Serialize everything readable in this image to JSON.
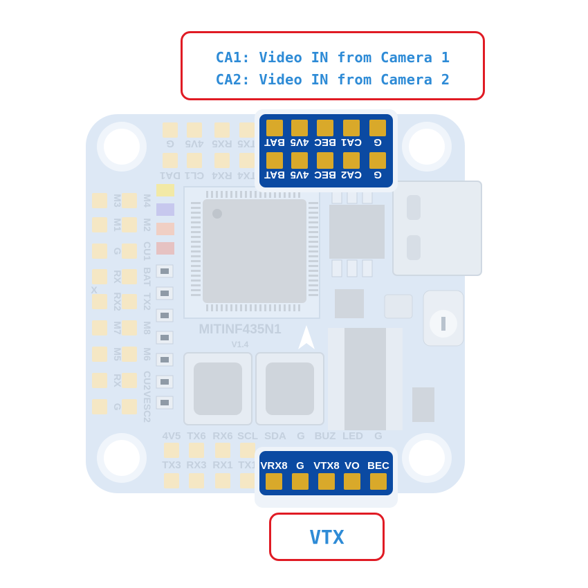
{
  "callouts": {
    "camera_line1": "CA1: Video IN from Camera 1",
    "camera_line2": "CA2: Video IN from Camera 2",
    "vtx_label": "VTX"
  },
  "board": {
    "model": "MITINF435N1",
    "version": "V1.4",
    "top_row1_labels": [
      "G",
      "4V5",
      "RX5",
      "TX5"
    ],
    "top_row2_labels": [
      "DA1",
      "CL1",
      "RX4",
      "TX4"
    ],
    "left_col_a": [
      "M3",
      "M1",
      "G",
      "RX",
      "RX2",
      "M7",
      "M5",
      "RX",
      "G"
    ],
    "left_col_b": [
      "M4",
      "M2",
      "CU1",
      "BAT",
      "TX2",
      "M8",
      "M6",
      "CU2",
      "VESC2"
    ],
    "bottom_row1_labels": [
      "4V5",
      "TX6",
      "RX6",
      "SCL",
      "SDA",
      "G",
      "BUZ",
      "LED",
      "G"
    ],
    "bottom_row2_labels": [
      "TX3",
      "RX3",
      "RX1",
      "TX1"
    ],
    "side_label": "X"
  },
  "camera_connector": {
    "row1_labels": [
      "BAT",
      "4V5",
      "BEC",
      "CA1",
      "G"
    ],
    "row2_labels": [
      "BAT",
      "4V5",
      "BEC",
      "CA2",
      "G"
    ]
  },
  "vtx_connector": {
    "labels": [
      "VRX8",
      "G",
      "VTX8",
      "VO",
      "BEC"
    ]
  },
  "colors": {
    "board": "#dde8f5",
    "board_text": "#c4d0de",
    "highlight": "#0b4aa2",
    "pad": "#d9a92a",
    "callout_border": "#e01b24",
    "callout_text": "#2e8bd6"
  }
}
